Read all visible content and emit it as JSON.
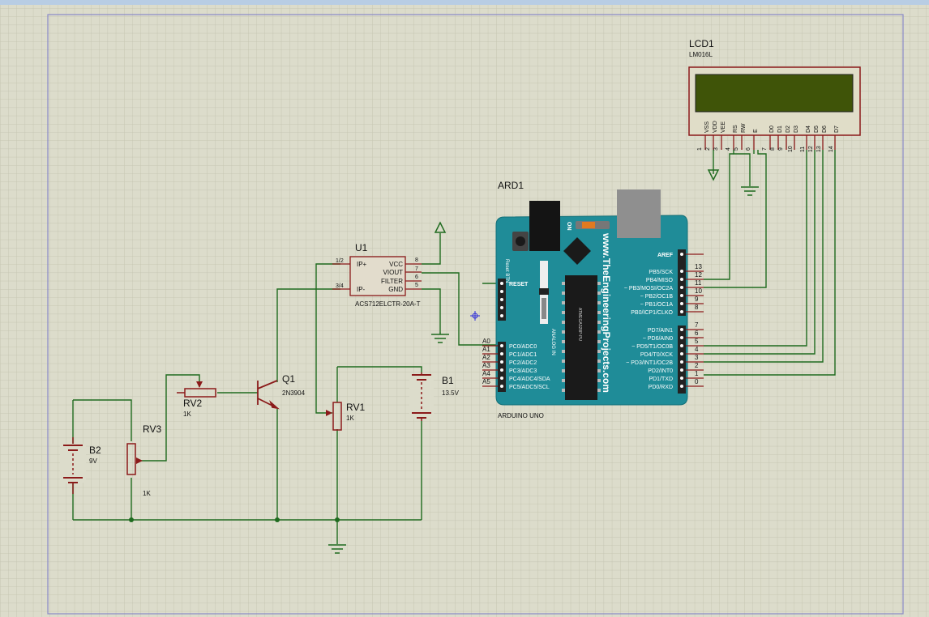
{
  "colors": {
    "background": "#dcdccb",
    "grid": "#c2c2ae",
    "sheet_border": "#8a8ac8",
    "wire": "#1f6b1f",
    "pin": "#8b1a1a",
    "board": "#1f8c98",
    "lcd_body": "#e0ddc8",
    "lcd_screen": "#3f5408",
    "ic_body": "#e2dccc",
    "top_bar": "#b8cde4"
  },
  "lcd": {
    "ref": "LCD1",
    "model": "LM016L",
    "pin_names": [
      "VSS",
      "VDD",
      "VEE",
      "RS",
      "RW",
      "E",
      "D0",
      "D1",
      "D2",
      "D3",
      "D4",
      "D5",
      "D6",
      "D7"
    ],
    "pin_numbers": [
      "1",
      "2",
      "3",
      "4",
      "5",
      "6",
      "7",
      "8",
      "9",
      "10",
      "11",
      "12",
      "13",
      "14"
    ]
  },
  "arduino": {
    "ref": "ARD1",
    "label": "ARDUINO UNO",
    "website": "www.TheEngineeringProjects.com",
    "reset_btn": "Reset BTN",
    "on_label": "ON",
    "analog_in": "ANALOG IN",
    "reset_pin": "RESET",
    "analog_pins": [
      {
        "num": "A0",
        "name": "PC0/ADC0"
      },
      {
        "num": "A1",
        "name": "PC1/ADC1"
      },
      {
        "num": "A2",
        "name": "PC2/ADC2"
      },
      {
        "num": "A3",
        "name": "PC3/ADC3"
      },
      {
        "num": "A4",
        "name": "PC4/ADC4/SDA"
      },
      {
        "num": "A5",
        "name": "PC5/ADC5/SCL"
      }
    ],
    "aref": "AREF",
    "digital_pins_top": [
      {
        "num": "13",
        "name": "PB5/SCK"
      },
      {
        "num": "12",
        "name": "PB4/MISO"
      },
      {
        "num": "11",
        "name": "~ PB3/MOSI/OC2A"
      },
      {
        "num": "10",
        "name": "~ PB2/OC1B"
      },
      {
        "num": "9",
        "name": "~ PB1/OC1A"
      },
      {
        "num": "8",
        "name": "PB0/ICP1/CLKO"
      }
    ],
    "digital_pins_bottom": [
      {
        "num": "7",
        "name": "PD7/AIN1"
      },
      {
        "num": "6",
        "name": "~ PD6/AIN0"
      },
      {
        "num": "5",
        "name": "~ PD5/T1/OC0B"
      },
      {
        "num": "4",
        "name": "PD4/T0/XCK"
      },
      {
        "num": "3",
        "name": "~ PD3/INT1/OC2B"
      },
      {
        "num": "2",
        "name": "PD2/INT0"
      },
      {
        "num": "1",
        "name": "PD1/TXD"
      },
      {
        "num": "0",
        "name": "PD0/RXD"
      }
    ],
    "chip_text": "ATMEGA328P-PU"
  },
  "sensor": {
    "ref": "U1",
    "model": "ACS712ELCTR-20A-T",
    "left_pins": [
      {
        "num": "1/2",
        "name": "IP+"
      },
      {
        "num": "3/4",
        "name": "IP-"
      }
    ],
    "right_pins": [
      {
        "num": "8",
        "name": "VCC"
      },
      {
        "num": "7",
        "name": "VIOUT"
      },
      {
        "num": "6",
        "name": "FILTER"
      },
      {
        "num": "5",
        "name": "GND"
      }
    ]
  },
  "transistor": {
    "ref": "Q1",
    "model": "2N3904"
  },
  "rv1": {
    "ref": "RV1",
    "value": "1K"
  },
  "rv2": {
    "ref": "RV2",
    "value": "1K"
  },
  "rv3": {
    "ref": "RV3",
    "value": "1K"
  },
  "b1": {
    "ref": "B1",
    "value": "13.5V"
  },
  "b2": {
    "ref": "B2",
    "value": "9V"
  }
}
